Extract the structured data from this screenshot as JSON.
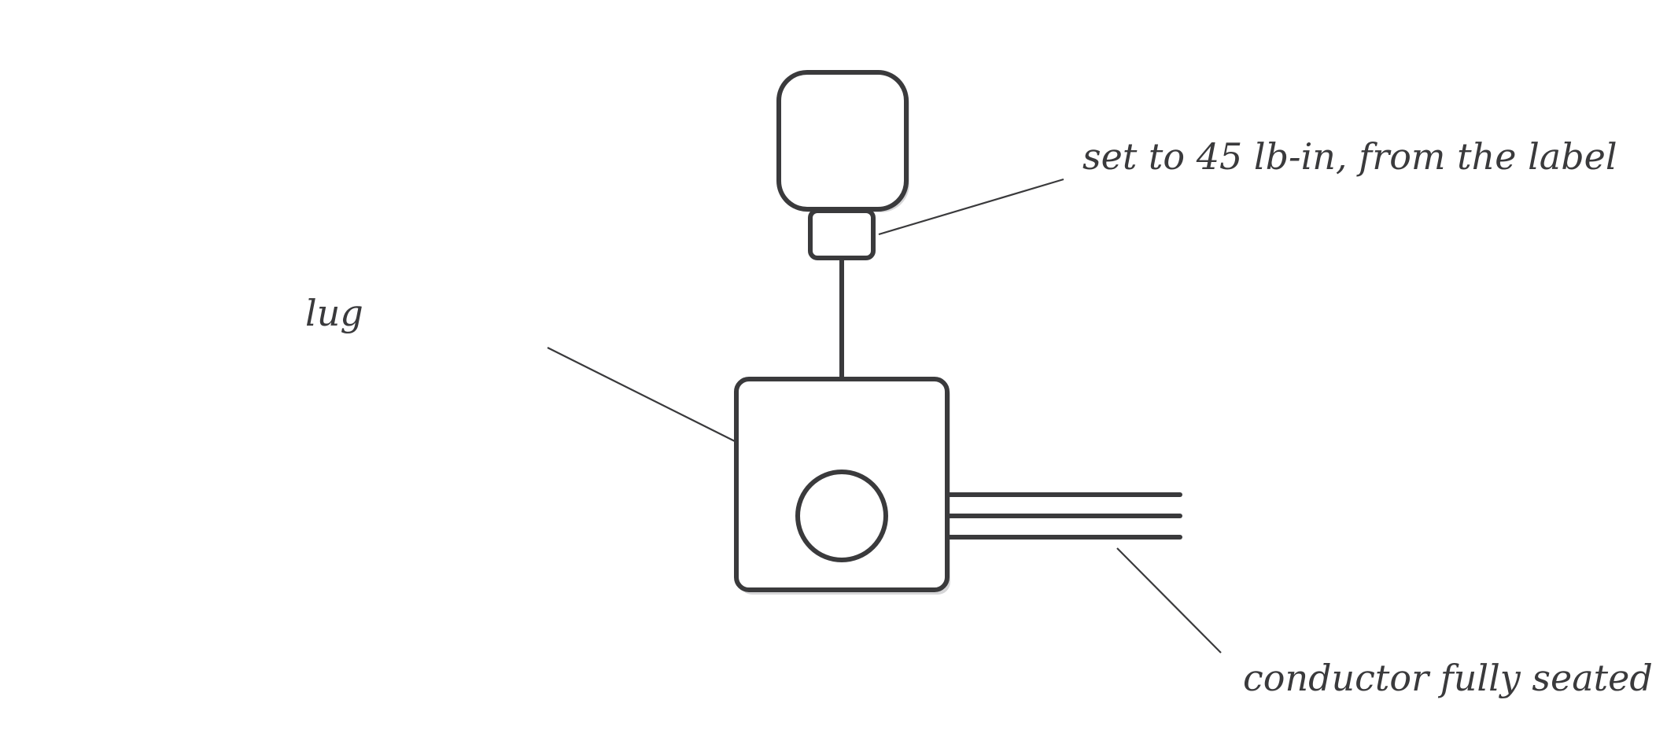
{
  "diagram": {
    "labels": {
      "torque_note": "set to 45 lb-in, from the label",
      "lug": "lug",
      "conductor": "conductor fully seated"
    },
    "colors": {
      "stroke": "#3a3a3c",
      "shadow": "#d6d6d8",
      "background": "#ffffff"
    },
    "parts": [
      "torque-driver-handle",
      "driver-bit",
      "driver-shaft",
      "lug-body",
      "terminal-screw",
      "conductor-strands"
    ]
  }
}
